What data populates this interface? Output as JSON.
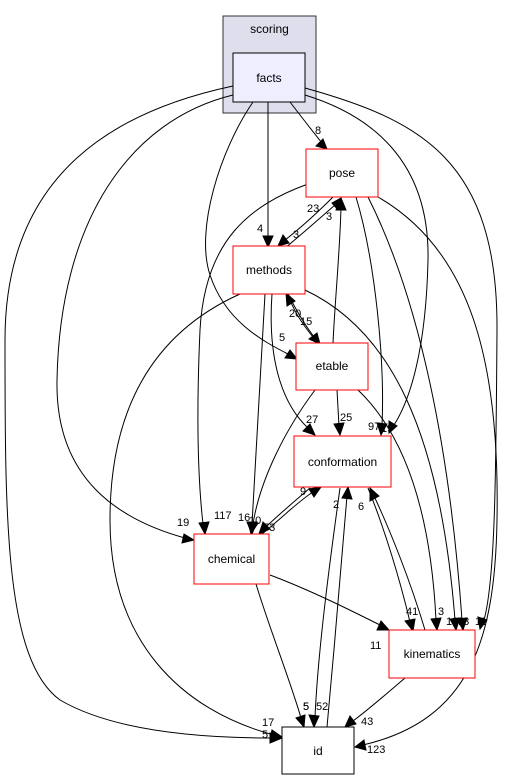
{
  "cluster": {
    "label": "scoring"
  },
  "nodes": {
    "facts": "facts",
    "pose": "pose",
    "methods": "methods",
    "etable": "etable",
    "conformation": "conformation",
    "chemical": "chemical",
    "kinematics": "kinematics",
    "id": "id"
  },
  "edge_labels": {
    "facts_pose": "8",
    "facts_methods": "4",
    "facts_etable": "5",
    "facts_conformation": "97",
    "facts_chemical": "19",
    "facts_kinematics": "11",
    "facts_id": "17",
    "pose_methods": "3",
    "pose_chemical": "117",
    "pose_conformation": "19",
    "pose_kinematics": "131",
    "pose_id": "123",
    "methods_pose": "23",
    "methods_etable": "15",
    "methods_conformation": "27",
    "methods_chemical": "16",
    "methods_kinematics": "73",
    "methods_id": "5",
    "etable_pose": "3",
    "etable_methods": "20",
    "etable_conformation": "25",
    "etable_chemical": "10",
    "etable_kinematics": "3",
    "conformation_chemical": "73",
    "conformation_kinematics": "41",
    "conformation_id": "5",
    "chemical_conformation": "9",
    "chemical_kinematics": "11",
    "chemical_id": "5",
    "kinematics_conformation": "6",
    "kinematics_id": "43",
    "id_conformation": "2",
    "id_kinematics": "52"
  },
  "colors": {
    "cluster_fill": "#dedeec",
    "cluster_stroke": "#333333",
    "facts_fill": "#eeeeff",
    "node_border": "#ff0000",
    "plain_border": "#000000",
    "edge": "#000000"
  }
}
